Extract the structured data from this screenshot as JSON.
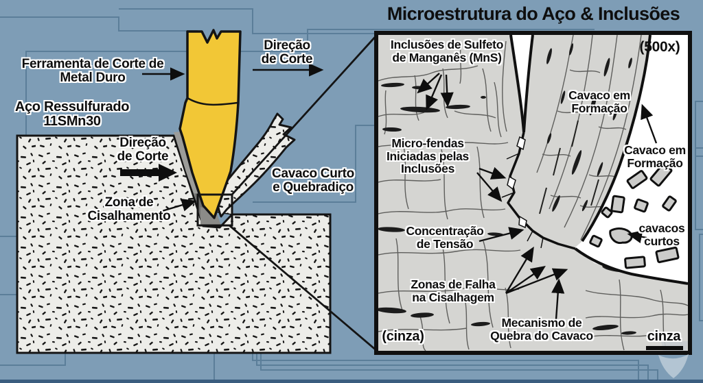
{
  "background": {
    "base_color": "#7e9db6",
    "circuit_line_color": "#5b7e99",
    "bottom_strip_color": "#3a5d7f"
  },
  "left_diagram": {
    "tool_color": "#f2c736",
    "tool_label": "Ferramenta de Corte de\nMetal Duro",
    "cut_direction_top": "Direção\nde Corte",
    "steel_label": "Aço Ressulfurado\n11SMn30",
    "cut_direction_inner": "Direção\nde Corte",
    "shear_zone_label": "Zona de\nCisalhamento",
    "chip_label": "Cavaco Curto\ne Quebradiço"
  },
  "right_panel": {
    "title": "Microestrutura do Aço & Inclusões",
    "magnification": "(500x)",
    "labels": {
      "mns": "Inclusões de Sulfeto\nde Manganês (MnS)",
      "microcracks": "Micro-fendas\nIniciadas pelas\nInclusões",
      "chip_forming_1": "Cavaco em\nFormação",
      "chip_forming_2": "Cavaco em\nFormação",
      "stress": "Concentração\nde Tensão",
      "failure": "Zonas de Falha\nna Cisalhagem",
      "break_mechanism": "Mecanismo de\nQuebra do Cavaco",
      "short_chips": "cavacos\ncurtos",
      "gray_paren": "(cinza)",
      "scale_label": "cinza"
    }
  }
}
